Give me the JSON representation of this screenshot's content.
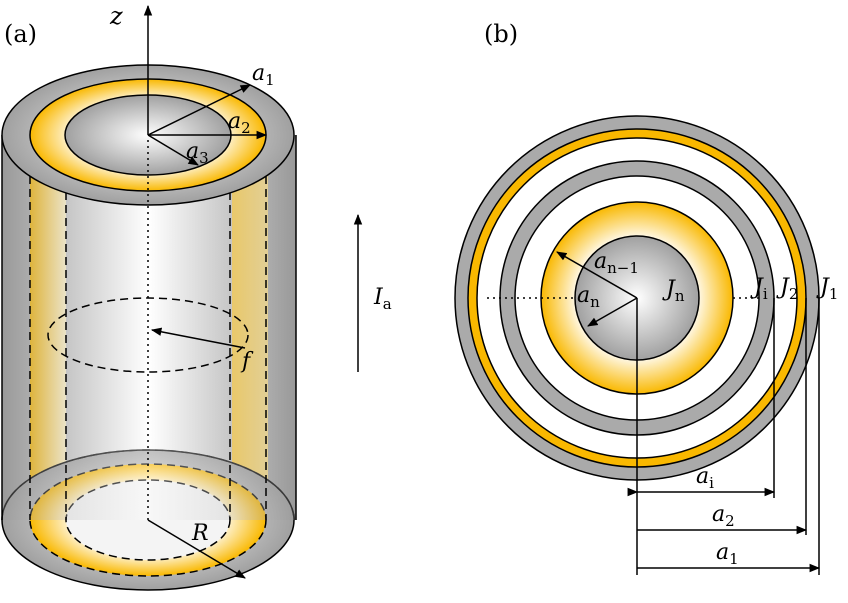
{
  "panel_a": {
    "label": "(a)",
    "z": "z",
    "a1": "a",
    "a1_sub": "1",
    "a2": "a",
    "a2_sub": "2",
    "a3": "a",
    "a3_sub": "3",
    "f": "f",
    "R": "R",
    "current": "I",
    "current_sub": "a"
  },
  "panel_b": {
    "label": "(b)",
    "an1": "a",
    "an1_sub": "n−1",
    "an": "a",
    "an_sub": "n",
    "Jn": "J",
    "Jn_sub": "n",
    "Ji": "J",
    "Ji_sub": "i",
    "J2": "J",
    "J2_sub": "2",
    "J1": "J",
    "J1_sub": "1",
    "ai": "a",
    "ai_sub": "i",
    "a2": "a",
    "a2_sub": "2",
    "a1": "a",
    "a1_sub": "1"
  },
  "colors": {
    "gold": "#f9b800",
    "gray": "#a8a8a8"
  }
}
